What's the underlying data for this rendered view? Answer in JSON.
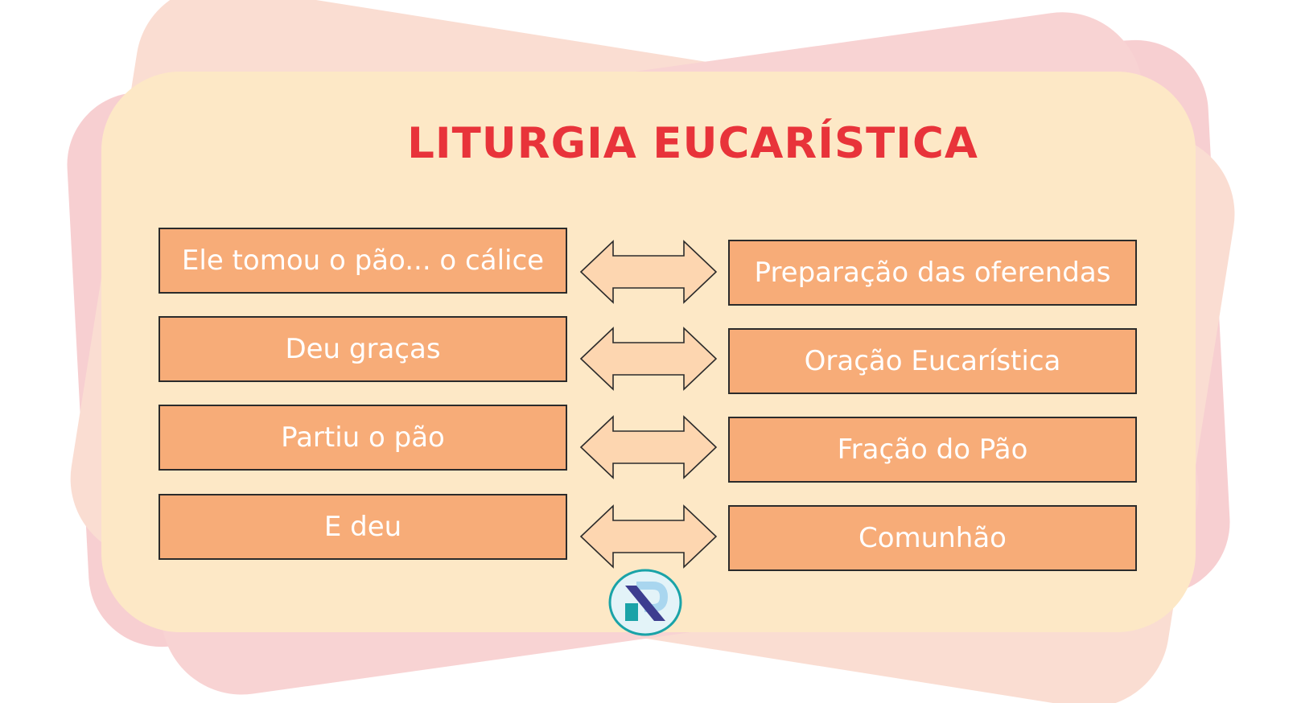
{
  "title": "LITURGIA EUCARÍSTICA",
  "colors": {
    "title": "#e8333a",
    "card": "#fde8c6",
    "box_fill": "#f7ac78",
    "box_border": "#2b2b2b",
    "arrow_fill": "#fdd6b0",
    "backdrop_pink": "#f2a8ad",
    "backdrop_peach": "#f7c2ae",
    "logo_ring": "#1aa3a8"
  },
  "pairs": [
    {
      "left": "Ele tomou o pão... o cálice",
      "right": "Preparação das oferendas"
    },
    {
      "left": "Deu graças",
      "right": "Oração Eucarística"
    },
    {
      "left": "Partiu o pão",
      "right": "Fração do Pão"
    },
    {
      "left": "E deu",
      "right": "Comunhão"
    }
  ],
  "icons": {
    "connector": "double-arrow-icon",
    "logo": "brand-logo-icon"
  }
}
